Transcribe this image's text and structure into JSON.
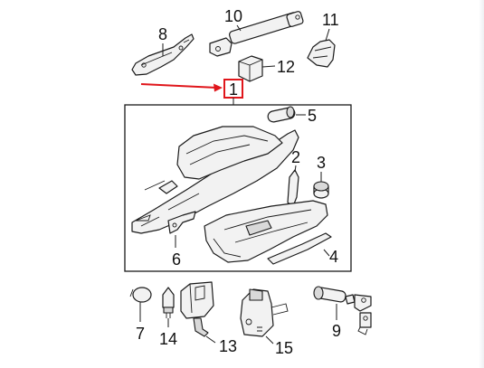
{
  "callouts": {
    "c1": "1",
    "c2": "2",
    "c3": "3",
    "c4": "4",
    "c5": "5",
    "c6": "6",
    "c7": "7",
    "c8": "8",
    "c9": "9",
    "c10": "10",
    "c11": "11",
    "c12": "12",
    "c13": "13",
    "c14": "14",
    "c15": "15"
  },
  "colors": {
    "highlight": "#e0161b",
    "line": "#1a1a1a",
    "part_fill": "#f2f2f2"
  }
}
